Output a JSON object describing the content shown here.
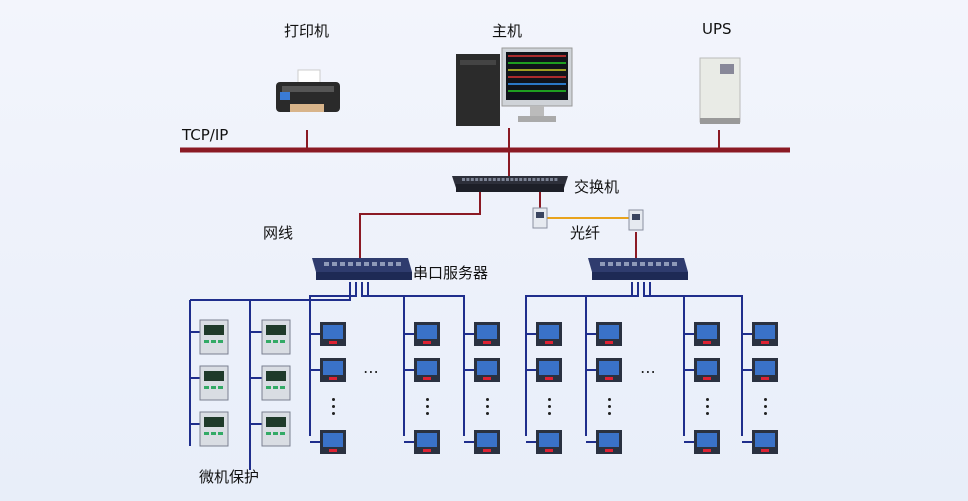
{
  "labels": {
    "printer": "打印机",
    "host": "主机",
    "ups": "UPS",
    "tcpip": "TCP/IP",
    "switch": "交换机",
    "network_cable": "网线",
    "fiber": "光纤",
    "serial_server": "串口服务器",
    "relay_protection": "微机保护",
    "ellipsis": "⋯",
    "vdots": "⋮"
  },
  "colors": {
    "bus": "#8b1a24",
    "fiber": "#e8a31c",
    "rs485": "#1f2e8c",
    "background": "#eef2fb"
  },
  "icons": [
    "printer-icon",
    "host-computer-icon",
    "ups-icon",
    "switch-icon",
    "fiber-converter-icon",
    "serial-server-icon",
    "power-meter-icon",
    "protection-relay-icon"
  ]
}
